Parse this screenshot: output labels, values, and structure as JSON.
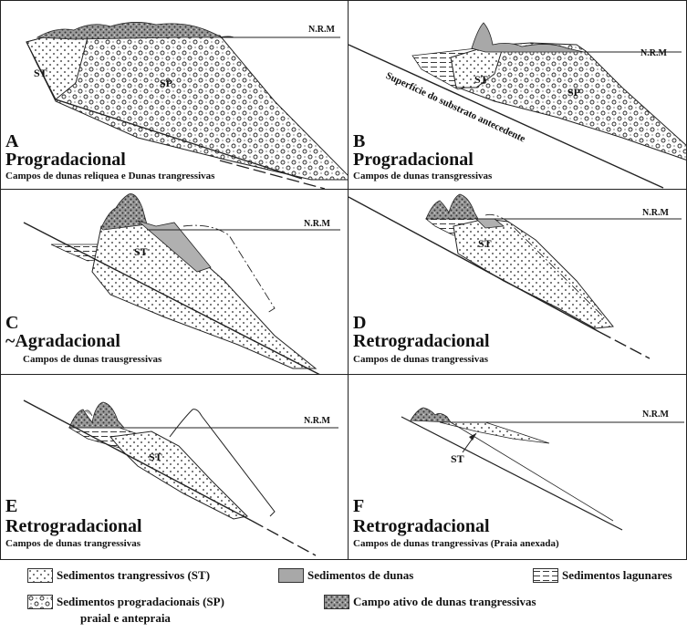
{
  "sea_level_label": "N.R.M",
  "panels": [
    {
      "letter": "A",
      "title": "Progradacional",
      "subtitle": "Campos de dunas reliquea e Dunas trangressivas",
      "labels": [
        "ST",
        "SP"
      ]
    },
    {
      "letter": "B",
      "title": "Progradacional",
      "subtitle": "Campos de dunas transgressivas",
      "labels": [
        "ST",
        "SP"
      ],
      "substrate_label": "Superfície do substrato antecedente"
    },
    {
      "letter": "C",
      "title": "~Agradacional",
      "subtitle": "Campos de dunas trausgressivas",
      "labels": [
        "ST"
      ]
    },
    {
      "letter": "D",
      "title": "Retrogradacional",
      "subtitle": "Campos de dunas trangressivas",
      "labels": [
        "ST"
      ]
    },
    {
      "letter": "E",
      "title": "Retrogradacional",
      "subtitle": "Campos de dunas trangressivas",
      "labels": [
        "ST"
      ]
    },
    {
      "letter": "F",
      "title": "Retrogradacional",
      "subtitle": "Campos de dunas trangressivas (Praia anexada)",
      "labels": [
        "ST"
      ]
    }
  ],
  "legend": {
    "st": "Sedimentos trangressivos (ST)",
    "dunas": "Sedimentos de dunas",
    "lagunares": "Sedimentos lagunares",
    "sp": "Sedimentos progradacionais (SP)",
    "sp_sub": "praial e antepraia",
    "campo": "Campo ativo de dunas trangressivas"
  }
}
